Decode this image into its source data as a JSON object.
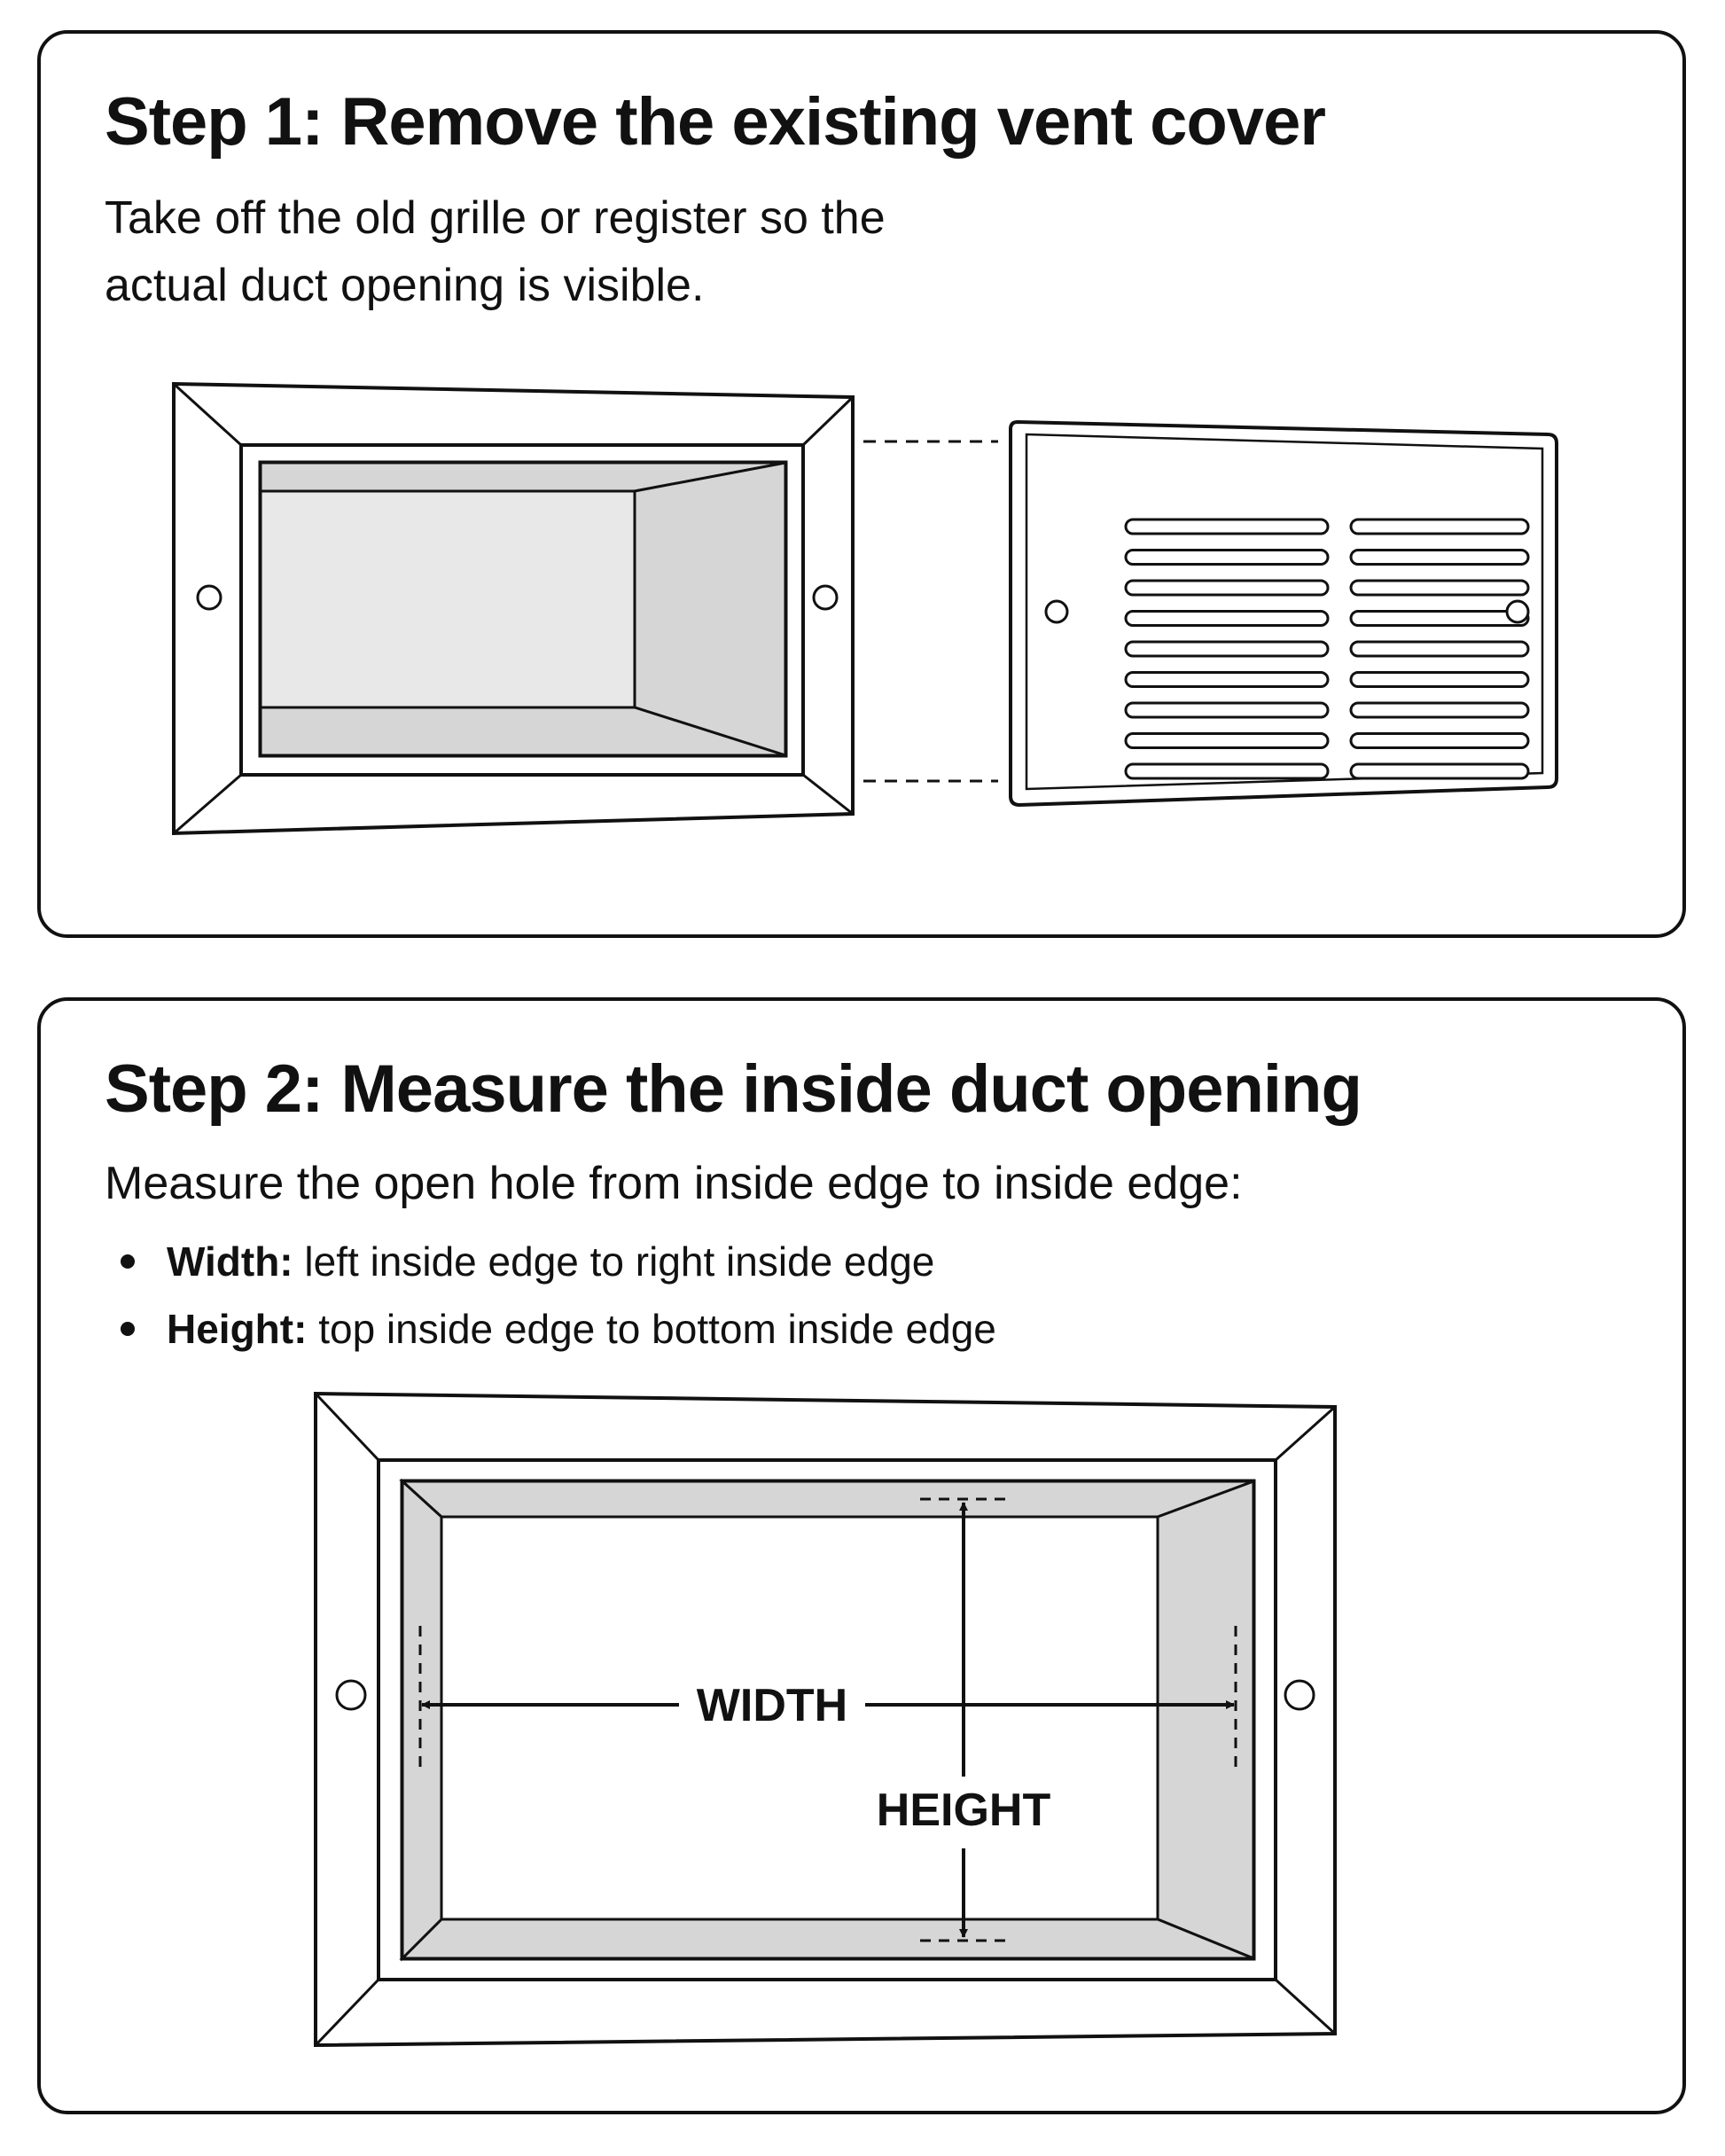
{
  "steps": [
    {
      "title": "Step 1: Remove the existing vent cover",
      "description": "Take off the old grille or register so the actual duct opening is visible."
    },
    {
      "title": "Step 2: Measure the inside duct opening",
      "description": "Measure the open hole from inside edge to inside edge:",
      "bullets": [
        {
          "term": "Width:",
          "text": " left inside edge to right inside edge"
        },
        {
          "term": "Height:",
          "text": " top inside edge to bottom inside edge"
        }
      ]
    }
  ],
  "diagram": {
    "width_label": "WIDTH",
    "height_label": "HEIGHT",
    "grille_slots_per_column": 9,
    "colors": {
      "stroke": "#111111",
      "wall_shade": "#d6d6d6",
      "back_shade": "#e8e8e8",
      "plate": "#ffffff"
    }
  }
}
